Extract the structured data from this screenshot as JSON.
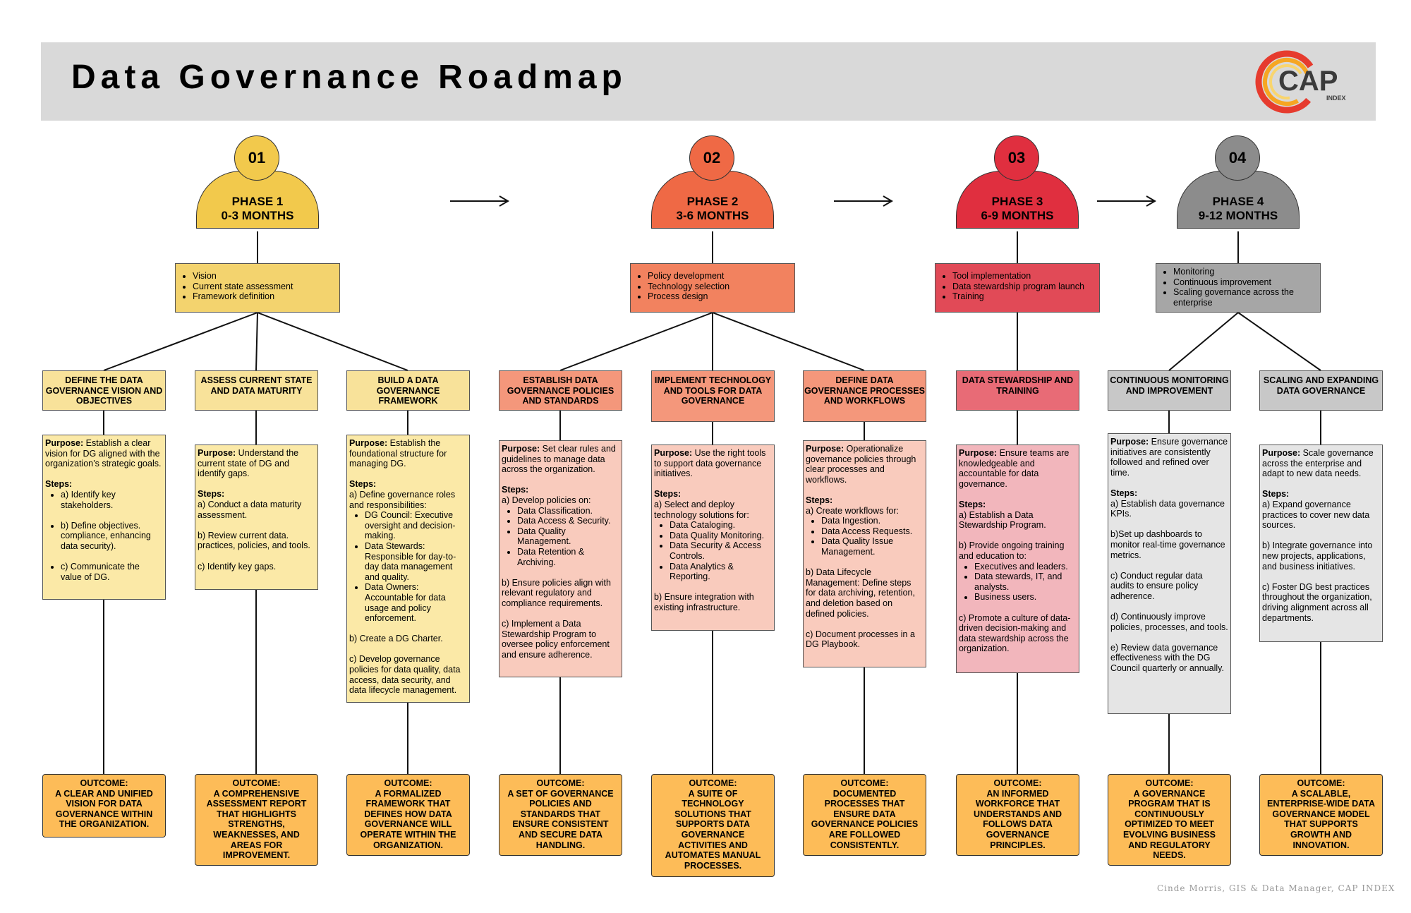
{
  "title": "Data Governance Roadmap",
  "logo": {
    "text": "CAP",
    "subtext": "INDEX"
  },
  "credit": "Cinde Morris, GIS & Data Manager, CAP INDEX",
  "colors": {
    "phase1": "#f2c94c",
    "phase2": "#ef6945",
    "phase3": "#e02f3f",
    "phase4": "#8c8c8c",
    "focus1": "#f3d36e",
    "focus2": "#f2825f",
    "focus3": "#e14a57",
    "focus4": "#a6a6a6",
    "outcome": "#fdbc58",
    "header": "#d9d9d9"
  },
  "phases": [
    {
      "number": "01",
      "label": "PHASE 1",
      "timeframe": "0-3 MONTHS",
      "focus": [
        "Vision",
        "Current state assessment",
        "Framework definition"
      ]
    },
    {
      "number": "02",
      "label": "PHASE 2",
      "timeframe": "3-6 MONTHS",
      "focus": [
        "Policy development",
        "Technology selection",
        "Process design"
      ]
    },
    {
      "number": "03",
      "label": "PHASE 3",
      "timeframe": "6-9 MONTHS",
      "focus": [
        "Tool implementation",
        "Data stewardship program launch",
        "Training"
      ]
    },
    {
      "number": "04",
      "label": "PHASE 4",
      "timeframe": "9-12 MONTHS",
      "focus": [
        "Monitoring",
        "Continuous improvement",
        "Scaling governance across the enterprise"
      ]
    }
  ],
  "tracks": [
    {
      "title": "DEFINE THE DATA GOVERNANCE VISION AND OBJECTIVES",
      "detail": [
        {
          "kind": "purpose",
          "label": "Purpose:",
          "text": " Establish a clear vision for DG aligned with the organization’s strategic goals."
        },
        {
          "kind": "heading",
          "label": "Steps:",
          "gap": true
        },
        {
          "kind": "list",
          "items": [
            "a) Identify key stakeholders.",
            "b) Define objectives. compliance, enhancing data security).",
            "c) Communicate the value of DG."
          ],
          "spaced": true
        }
      ],
      "outcome": [
        "OUTCOME:",
        "A CLEAR AND UNIFIED VISION FOR DATA GOVERNANCE WITHIN THE ORGANIZATION."
      ]
    },
    {
      "title": "ASSESS CURRENT STATE AND DATA MATURITY",
      "detail": [
        {
          "kind": "purpose",
          "label": "Purpose:",
          "text": " Understand the current state of DG and identify gaps."
        },
        {
          "kind": "heading",
          "label": "Steps:",
          "gap": true
        },
        {
          "kind": "text",
          "text": "a) Conduct a data maturity assessment."
        },
        {
          "kind": "text",
          "text": "b) Review current data. practices, policies, and tools.",
          "gap": true
        },
        {
          "kind": "text",
          "text": "c) Identify key gaps.",
          "gap": true
        }
      ],
      "outcome": [
        "OUTCOME:",
        "A COMPREHENSIVE ASSESSMENT REPORT THAT HIGHLIGHTS STRENGTHS, WEAKNESSES, AND AREAS FOR IMPROVEMENT."
      ]
    },
    {
      "title": "BUILD A DATA GOVERNANCE FRAMEWORK",
      "detail": [
        {
          "kind": "purpose",
          "label": "Purpose:",
          "text": " Establish the foundational structure for managing DG."
        },
        {
          "kind": "heading",
          "label": "Steps:",
          "gap": true
        },
        {
          "kind": "text",
          "text": "a) Define governance roles and responsibilities:"
        },
        {
          "kind": "list",
          "items": [
            "DG Council: Executive oversight and decision-making.",
            "Data Stewards: Responsible for day-to-day data management and quality.",
            "Data Owners: Accountable for data usage and policy enforcement."
          ]
        },
        {
          "kind": "text",
          "text": "b) Create a DG Charter.",
          "gap": true
        },
        {
          "kind": "text",
          "text": "c) Develop governance policies for data quality, data access, data security, and data lifecycle management.",
          "gap": true
        }
      ],
      "outcome": [
        "OUTCOME:",
        "A FORMALIZED FRAMEWORK THAT DEFINES HOW DATA GOVERNANCE WILL OPERATE WITHIN THE ORGANIZATION."
      ]
    },
    {
      "title": "ESTABLISH DATA GOVERNANCE POLICIES AND STANDARDS",
      "detail": [
        {
          "kind": "purpose",
          "label": "Purpose:",
          "text": " Set clear rules and guidelines to manage data across the organization."
        },
        {
          "kind": "heading",
          "label": "Steps:",
          "gap": true
        },
        {
          "kind": "text",
          "text": "a) Develop policies on:"
        },
        {
          "kind": "list",
          "items": [
            "Data Classification.",
            "Data Access & Security.",
            "Data Quality Management.",
            "Data Retention & Archiving."
          ]
        },
        {
          "kind": "text",
          "text": "b) Ensure policies align with relevant regulatory and compliance requirements.",
          "gap": true
        },
        {
          "kind": "text",
          "text": "c) Implement a Data Stewardship Program to oversee policy enforcement and ensure adherence.",
          "gap": true
        }
      ],
      "outcome": [
        "OUTCOME:",
        "A SET OF GOVERNANCE POLICIES AND STANDARDS THAT ENSURE CONSISTENT AND SECURE DATA HANDLING."
      ]
    },
    {
      "title": "IMPLEMENT TECHNOLOGY AND TOOLS FOR DATA GOVERNANCE",
      "detail": [
        {
          "kind": "purpose",
          "label": "Purpose:",
          "text": " Use the right tools to support data governance initiatives."
        },
        {
          "kind": "heading",
          "label": "Steps:",
          "gap": true
        },
        {
          "kind": "text",
          "text": "a) Select and deploy technology solutions for:"
        },
        {
          "kind": "list",
          "items": [
            "Data Cataloging.",
            "Data Quality Monitoring.",
            "Data Security & Access Controls.",
            "Data Analytics & Reporting."
          ]
        },
        {
          "kind": "text",
          "text": "b) Ensure integration with existing infrastructure.",
          "gap": true
        }
      ],
      "outcome": [
        "OUTCOME:",
        "A SUITE OF TECHNOLOGY SOLUTIONS THAT SUPPORTS DATA GOVERNANCE ACTIVITIES AND AUTOMATES MANUAL PROCESSES."
      ]
    },
    {
      "title": "DEFINE DATA GOVERNANCE PROCESSES AND WORKFLOWS",
      "detail": [
        {
          "kind": "purpose",
          "label": "Purpose:",
          "text": " Operationalize governance policies through clear processes and workflows."
        },
        {
          "kind": "heading",
          "label": "Steps:",
          "gap": true
        },
        {
          "kind": "text",
          "text": "a) Create workflows for:"
        },
        {
          "kind": "list",
          "items": [
            "Data Ingestion.",
            "Data Access Requests.",
            "Data Quality Issue Management."
          ]
        },
        {
          "kind": "text",
          "text": "b) Data Lifecycle Management: Define steps for data archiving, retention, and deletion based on defined policies.",
          "gap": true
        },
        {
          "kind": "text",
          "text": "c) Document processes in a DG Playbook.",
          "gap": true
        }
      ],
      "outcome": [
        "OUTCOME:",
        "DOCUMENTED PROCESSES THAT ENSURE DATA GOVERNANCE POLICIES ARE FOLLOWED CONSISTENTLY."
      ]
    },
    {
      "title": "DATA STEWARDSHIP AND TRAINING",
      "detail": [
        {
          "kind": "purpose",
          "label": "Purpose:",
          "text": " Ensure teams are knowledgeable and accountable for data governance."
        },
        {
          "kind": "heading",
          "label": "Steps:",
          "gap": true
        },
        {
          "kind": "text",
          "text": "a) Establish a Data Stewardship Program."
        },
        {
          "kind": "text",
          "text": "b) Provide ongoing training and education to:",
          "gap": true
        },
        {
          "kind": "list",
          "items": [
            "Executives and leaders.",
            "Data stewards, IT, and analysts.",
            "Business users."
          ]
        },
        {
          "kind": "text",
          "text": "c) Promote a culture of data-driven decision-making and data stewardship across the organization.",
          "gap": true
        }
      ],
      "outcome": [
        "OUTCOME:",
        "AN INFORMED WORKFORCE THAT UNDERSTANDS AND FOLLOWS DATA GOVERNANCE PRINCIPLES."
      ]
    },
    {
      "title": "CONTINUOUS MONITORING AND IMPROVEMENT",
      "detail": [
        {
          "kind": "purpose",
          "label": "Purpose:",
          "text": " Ensure governance initiatives are consistently followed and refined over time."
        },
        {
          "kind": "heading",
          "label": "Steps:",
          "gap": true
        },
        {
          "kind": "text",
          "text": "a) Establish data governance KPIs."
        },
        {
          "kind": "text",
          "text": "b)Set up dashboards to monitor real-time governance metrics.",
          "gap": true
        },
        {
          "kind": "text",
          "text": "c) Conduct regular data audits to ensure policy adherence.",
          "gap": true
        },
        {
          "kind": "text",
          "text": "d) Continuously improve policies, processes, and tools.",
          "gap": true
        },
        {
          "kind": "text",
          "text": "e) Review data governance effectiveness with the DG Council quarterly or annually.",
          "gap": true
        }
      ],
      "outcome": [
        "OUTCOME:",
        "A GOVERNANCE PROGRAM THAT IS CONTINUOUSLY OPTIMIZED TO MEET EVOLVING BUSINESS AND REGULATORY NEEDS."
      ]
    },
    {
      "title": "SCALING AND EXPANDING DATA GOVERNANCE",
      "detail": [
        {
          "kind": "purpose",
          "label": "Purpose:",
          "text": " Scale governance across the enterprise and adapt to new data needs."
        },
        {
          "kind": "heading",
          "label": "Steps:",
          "gap": true
        },
        {
          "kind": "text",
          "text": "a) Expand governance practices to cover new data sources."
        },
        {
          "kind": "text",
          "text": "b) Integrate governance into new projects, applications, and business initiatives.",
          "gap": true
        },
        {
          "kind": "text",
          "text": "c) Foster DG best practices throughout the organization, driving alignment across all departments.",
          "gap": true
        }
      ],
      "outcome": [
        "OUTCOME:",
        "A SCALABLE, ENTERPRISE-WIDE DATA GOVERNANCE MODEL THAT SUPPORTS GROWTH AND INNOVATION."
      ]
    }
  ]
}
